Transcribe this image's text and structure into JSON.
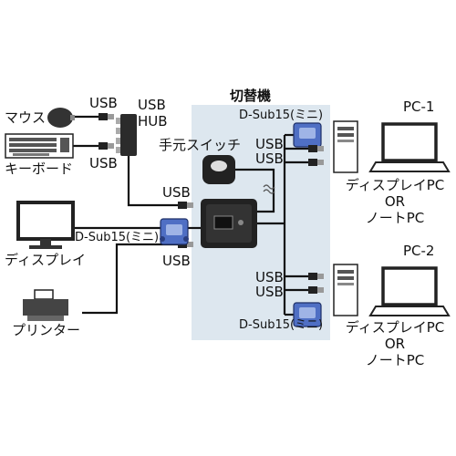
{
  "title": "切替機",
  "devices": {
    "mouse": "マウス",
    "keyboard": "キーボード",
    "display": "ディスプレイ",
    "printer": "プリンター",
    "local_switch": "手元スイッチ"
  },
  "hub": {
    "line1": "USB",
    "line2": "HUB"
  },
  "connectors": {
    "usb": "USB",
    "dsub": "D-Sub15(ミニ)"
  },
  "pcs": [
    {
      "name": "PC-1",
      "line1": "ディスプレイPC",
      "line2": "OR",
      "line3": "ノートPC"
    },
    {
      "name": "PC-2",
      "line1": "ディスプレイPC",
      "line2": "OR",
      "line3": "ノートPC"
    }
  ],
  "colors": {
    "switch_area": "#dde7ef",
    "dsub_blue": "#4f6fc4",
    "device_dark": "#222222"
  }
}
